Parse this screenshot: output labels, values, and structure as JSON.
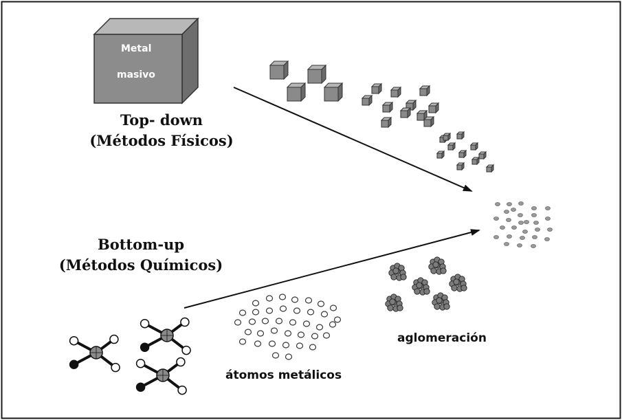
{
  "diagram": {
    "cube": {
      "line1": "Metal",
      "line2": "masivo"
    },
    "top_down": {
      "line1": "Top- down",
      "line2": "(Métodos Físicos)"
    },
    "bottom_up": {
      "line1": "Bottom-up",
      "line2": "(Métodos Químicos)"
    },
    "atoms_label": "átomos metálicos",
    "aggregation_label": "aglomeración"
  },
  "colors": {
    "border": "#1a1a1a",
    "cube_front": "#8c8c8c",
    "cube_top": "#b8b8b8",
    "cube_side": "#6e6e6e",
    "particle": "#9a9a9a",
    "arrow": "#111111"
  }
}
